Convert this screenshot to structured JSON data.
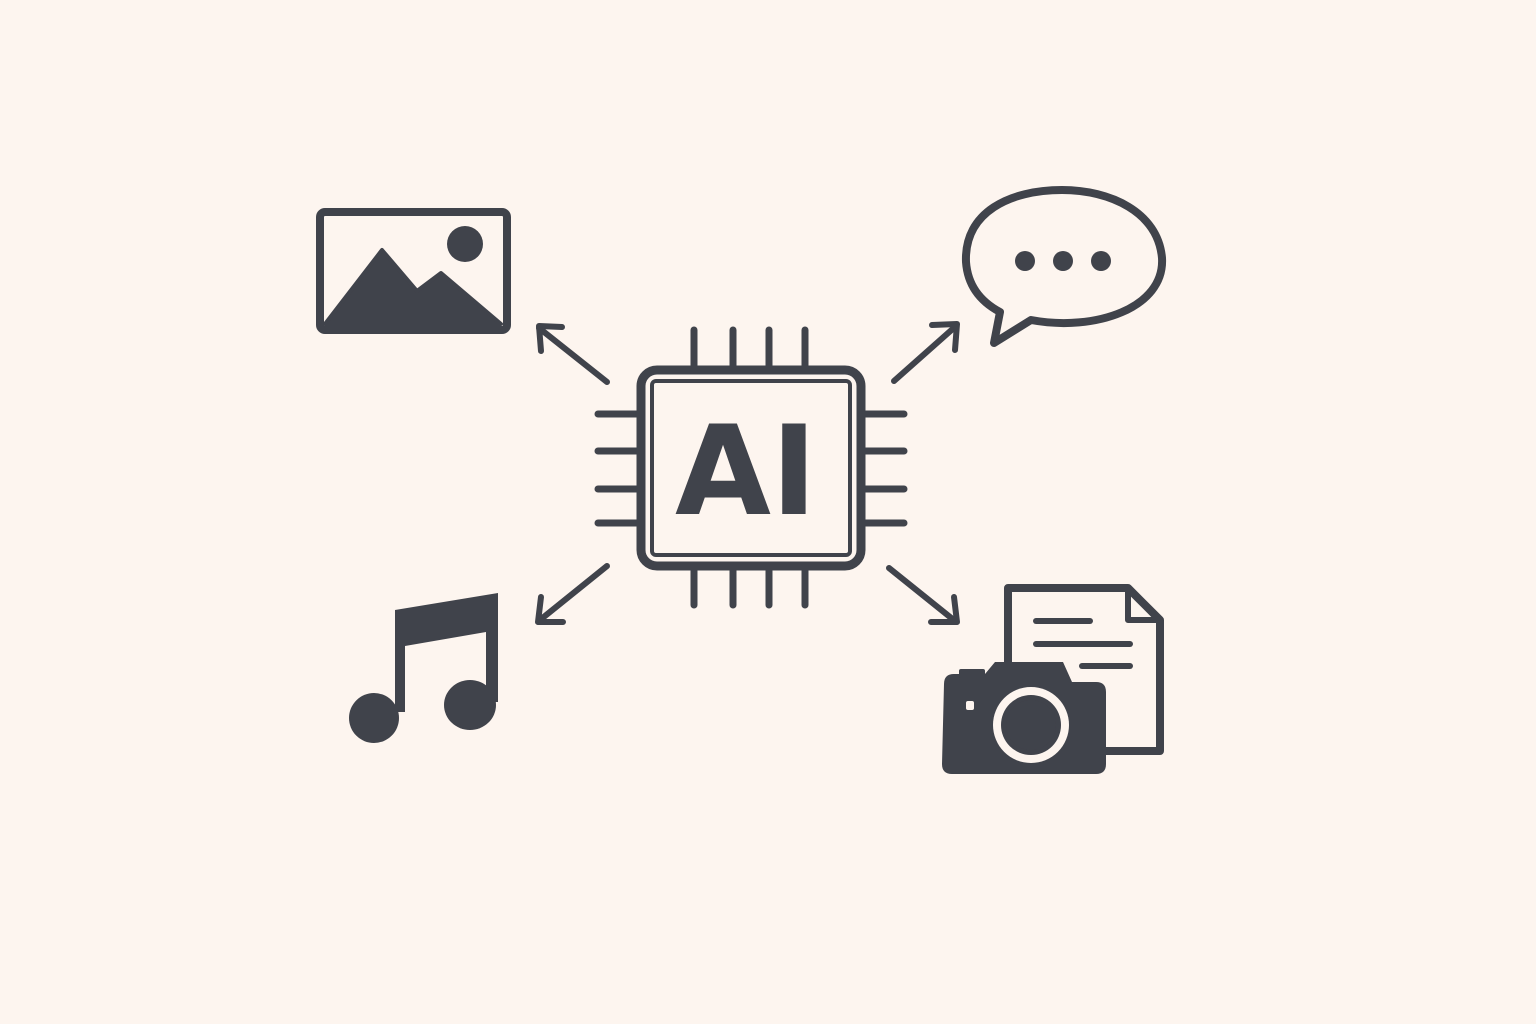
{
  "colors": {
    "background": "#FDF5EF",
    "ink": "#40434B"
  },
  "center": {
    "label": "AI",
    "icon": "ai-chip-icon"
  },
  "outputs": [
    {
      "name": "image",
      "icon": "image-icon"
    },
    {
      "name": "chat",
      "icon": "speech-bubble-icon"
    },
    {
      "name": "audio",
      "icon": "music-note-icon"
    },
    {
      "name": "document-photo",
      "icon": "camera-document-icon"
    }
  ]
}
